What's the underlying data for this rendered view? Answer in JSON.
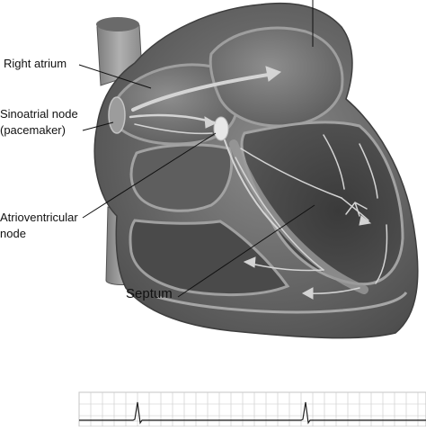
{
  "labels": {
    "right_atrium": "Right atrium",
    "sinoatrial_line1": "Sinoatrial node",
    "sinoatrial_line2": "(pacemaker)",
    "atrioventricular_line1": "Atrioventricular",
    "atrioventricular_line2": "node",
    "septum": "Septum"
  },
  "colors": {
    "background": "#ffffff",
    "heart_outer": "#6b6b6b",
    "heart_wall": "#8d8d8d",
    "chamber_light": "#7a7a7a",
    "chamber_dark": "#383838",
    "vessel": "#9a9a9a",
    "arrow": "#d4d4d4",
    "node_highlight": "#e8e8e8",
    "ecg_grid": "#c8c8c8",
    "ecg_trace": "#222222"
  }
}
